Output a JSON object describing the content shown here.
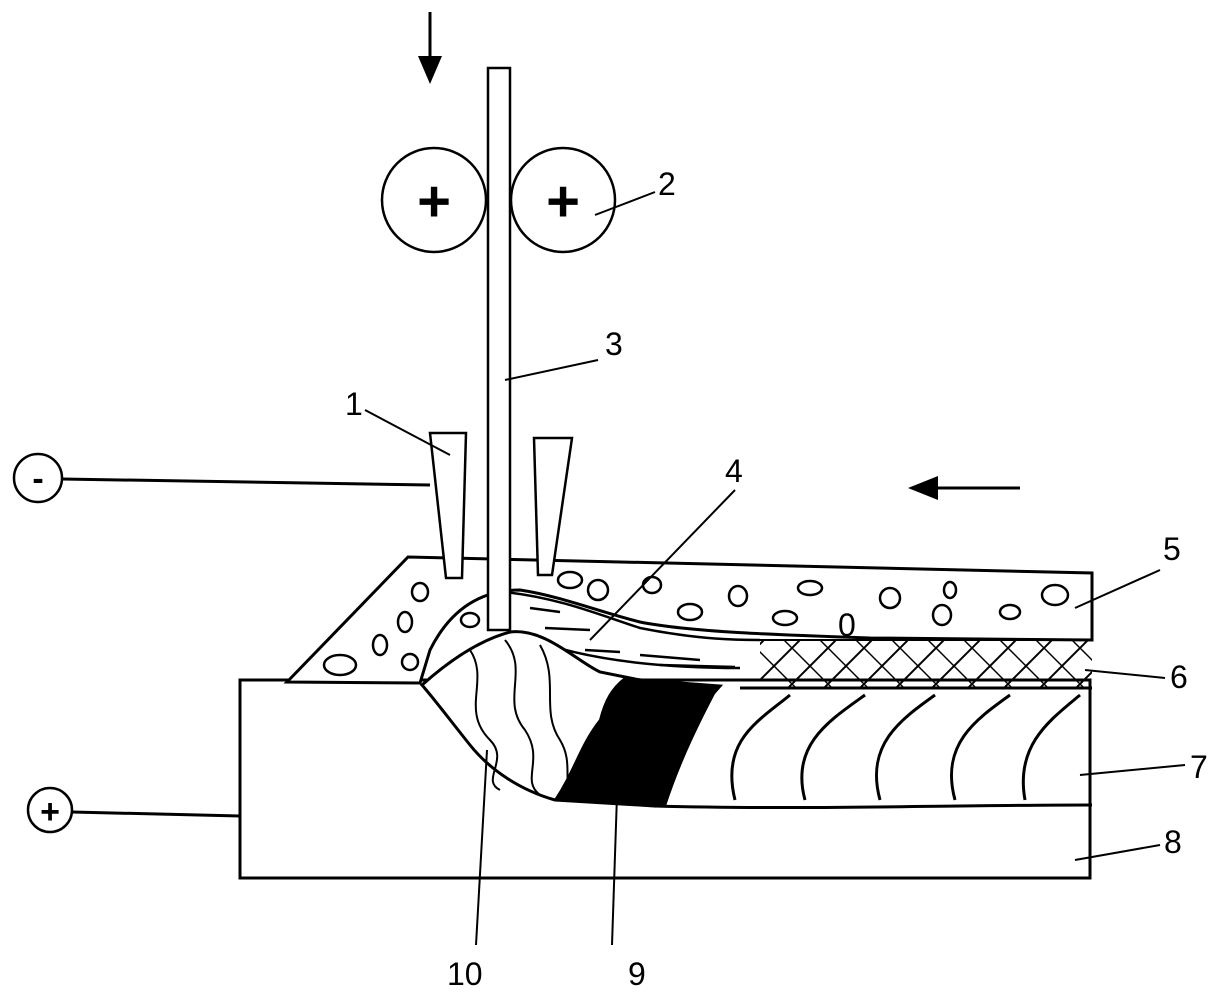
{
  "labels": {
    "l1": "1",
    "l2": "2",
    "l3": "3",
    "l4": "4",
    "l5": "5",
    "l6": "6",
    "l7": "7",
    "l8": "8",
    "l9": "9",
    "l10": "10",
    "flux_zero": "0"
  },
  "polarity": {
    "negative": "-",
    "positive": "+"
  },
  "rollers": {
    "left_symbol": "+",
    "right_symbol": "+"
  }
}
